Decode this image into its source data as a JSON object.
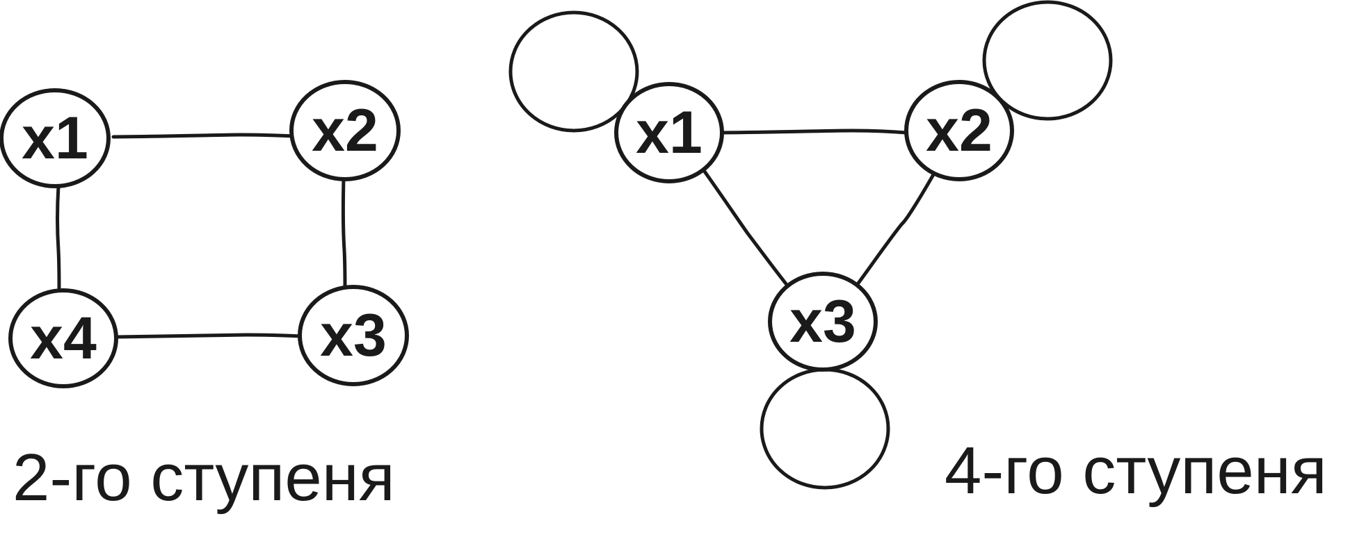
{
  "colors": {
    "stroke": "#1a1a1a",
    "background": "#ffffff"
  },
  "graphs": [
    {
      "caption": "2-го ступеня",
      "nodes": [
        {
          "id": "x1",
          "label": "x1"
        },
        {
          "id": "x2",
          "label": "x2"
        },
        {
          "id": "x3",
          "label": "x3"
        },
        {
          "id": "x4",
          "label": "x4"
        }
      ],
      "edges": [
        [
          "x1",
          "x2"
        ],
        [
          "x2",
          "x3"
        ],
        [
          "x3",
          "x4"
        ],
        [
          "x4",
          "x1"
        ]
      ],
      "loops": []
    },
    {
      "caption": "4-го ступеня",
      "nodes": [
        {
          "id": "x1",
          "label": "x1"
        },
        {
          "id": "x2",
          "label": "x2"
        },
        {
          "id": "x3",
          "label": "x3"
        }
      ],
      "edges": [
        [
          "x1",
          "x2"
        ],
        [
          "x1",
          "x3"
        ],
        [
          "x2",
          "x3"
        ]
      ],
      "loops": [
        "x1",
        "x2",
        "x3"
      ]
    }
  ]
}
